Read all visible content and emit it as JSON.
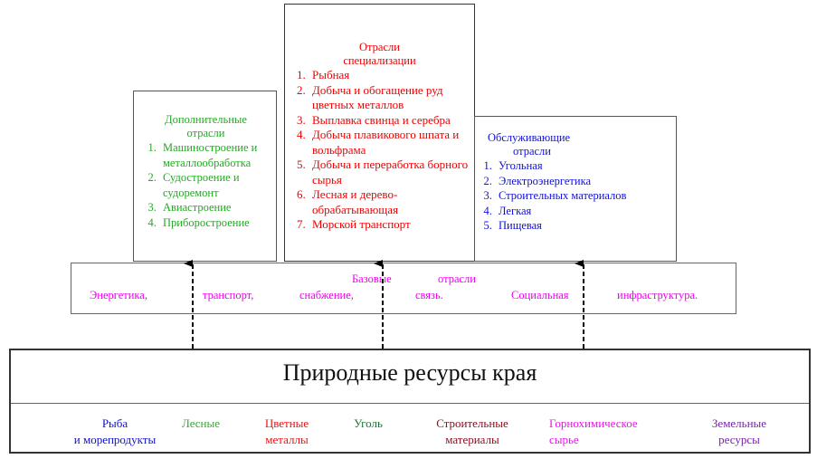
{
  "additional": {
    "title_line1": "Дополнительные",
    "title_line2": "отрасли",
    "items": [
      "Машиностроение и металлообработка",
      "Судостроение и судоремонт",
      "Авиастроение",
      "Приборостроение"
    ],
    "color": "#22aa22"
  },
  "specialization": {
    "title_line1": "Отрасли",
    "title_line2": "специализации",
    "items": [
      "Рыбная",
      "Добыча и обогащение руд цветных металлов",
      "Выплавка свинца и серебра",
      "Добыча плавикового шпата и вольфрама",
      "Добыча и переработка борного сырья",
      "Лесная и дерево-обрабатывающая",
      "Морской транспорт"
    ],
    "color": "#ee0000"
  },
  "service": {
    "title_line1": "Обслуживающие",
    "title_line2": "отрасли",
    "items": [
      "Угольная",
      "Электроэнергетика",
      "Строительных материалов",
      "Легкая",
      "Пищевая"
    ],
    "color": "#1010dd"
  },
  "base": {
    "title_word1": "Базовые",
    "title_word2": "отрасли",
    "words": [
      "Энергетика,",
      "транспорт,",
      "снабжение,",
      "связь.",
      "Социальная",
      "инфраструктура."
    ],
    "color": "#ee00ee"
  },
  "resources": {
    "title": "Природные ресурсы края",
    "items": [
      {
        "line1": "Рыба",
        "line2": "и морепродукты",
        "color": "#1010cc"
      },
      {
        "line1": "Лесные",
        "line2": "",
        "color": "#33aa33"
      },
      {
        "line1": "Цветные",
        "line2": "металлы",
        "color": "#ee1111"
      },
      {
        "line1": "Уголь",
        "line2": "",
        "color": "#117733"
      },
      {
        "line1": "Строительные",
        "line2": "материалы",
        "color": "#881122"
      },
      {
        "line1": "Горнохимическое",
        "line2": "сырье",
        "color": "#ee11ee"
      },
      {
        "line1": "Земельные",
        "line2": "ресурсы",
        "color": "#7722aa"
      }
    ]
  }
}
